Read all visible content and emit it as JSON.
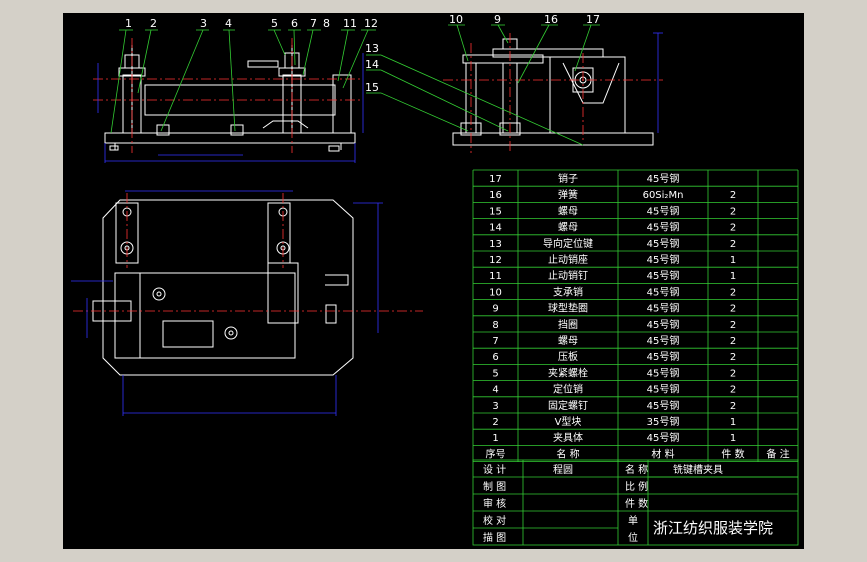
{
  "colors": {
    "frame_bg": "#d4d0c8",
    "canvas_bg": "#000000",
    "part_lines": "#ffffff",
    "dims": "#3333ff",
    "centerline": "#ff3333",
    "leaders": "#33cc33",
    "table": "#33cc33",
    "text": "#ffffff"
  },
  "callouts": {
    "front": [
      "1",
      "2",
      "3",
      "4",
      "5",
      "6",
      "7",
      "8",
      "11",
      "12"
    ],
    "side": [
      "10",
      "9",
      "16",
      "17"
    ],
    "mid": [
      "13",
      "14",
      "15"
    ]
  },
  "bom": {
    "rows": [
      {
        "no": "17",
        "name": "销子",
        "material": "45号钢",
        "qty": ""
      },
      {
        "no": "16",
        "name": "弹簧",
        "material": "60Si₂Mn",
        "qty": "2"
      },
      {
        "no": "15",
        "name": "螺母",
        "material": "45号钢",
        "qty": "2"
      },
      {
        "no": "14",
        "name": "螺母",
        "material": "45号钢",
        "qty": "2"
      },
      {
        "no": "13",
        "name": "导向定位键",
        "material": "45号钢",
        "qty": "2"
      },
      {
        "no": "12",
        "name": "止动销座",
        "material": "45号钢",
        "qty": "1"
      },
      {
        "no": "11",
        "name": "止动销钉",
        "material": "45号钢",
        "qty": "1"
      },
      {
        "no": "10",
        "name": "支承销",
        "material": "45号钢",
        "qty": "2"
      },
      {
        "no": "9",
        "name": "球型垫圈",
        "material": "45号钢",
        "qty": "2"
      },
      {
        "no": "8",
        "name": "挡圈",
        "material": "45号钢",
        "qty": "2"
      },
      {
        "no": "7",
        "name": "螺母",
        "material": "45号钢",
        "qty": "2"
      },
      {
        "no": "6",
        "name": "压板",
        "material": "45号钢",
        "qty": "2"
      },
      {
        "no": "5",
        "name": "夹紧螺栓",
        "material": "45号钢",
        "qty": "2"
      },
      {
        "no": "4",
        "name": "定位销",
        "material": "45号钢",
        "qty": "2"
      },
      {
        "no": "3",
        "name": "固定螺钉",
        "material": "45号钢",
        "qty": "2"
      },
      {
        "no": "2",
        "name": "V型块",
        "material": "35号钢",
        "qty": "1"
      },
      {
        "no": "1",
        "name": "夹具体",
        "material": "45号钢",
        "qty": "1"
      }
    ],
    "header": {
      "no": "序号",
      "name": "名 称",
      "material": "材 料",
      "qty": "件 数",
      "note": "备 注"
    }
  },
  "title_block": {
    "design_label": "设 计",
    "design_value": "程圆",
    "draw_label": "制 图",
    "check_label": "审 核",
    "proof_label": "校 对",
    "trace_label": "描 图",
    "name_label": "名 称",
    "name_value": "铣键槽夹具",
    "scale_label": "比 例",
    "count_label": "件 数",
    "unit_label_1": "单",
    "unit_label_2": "位",
    "unit_value": "浙江纺织服装学院"
  }
}
